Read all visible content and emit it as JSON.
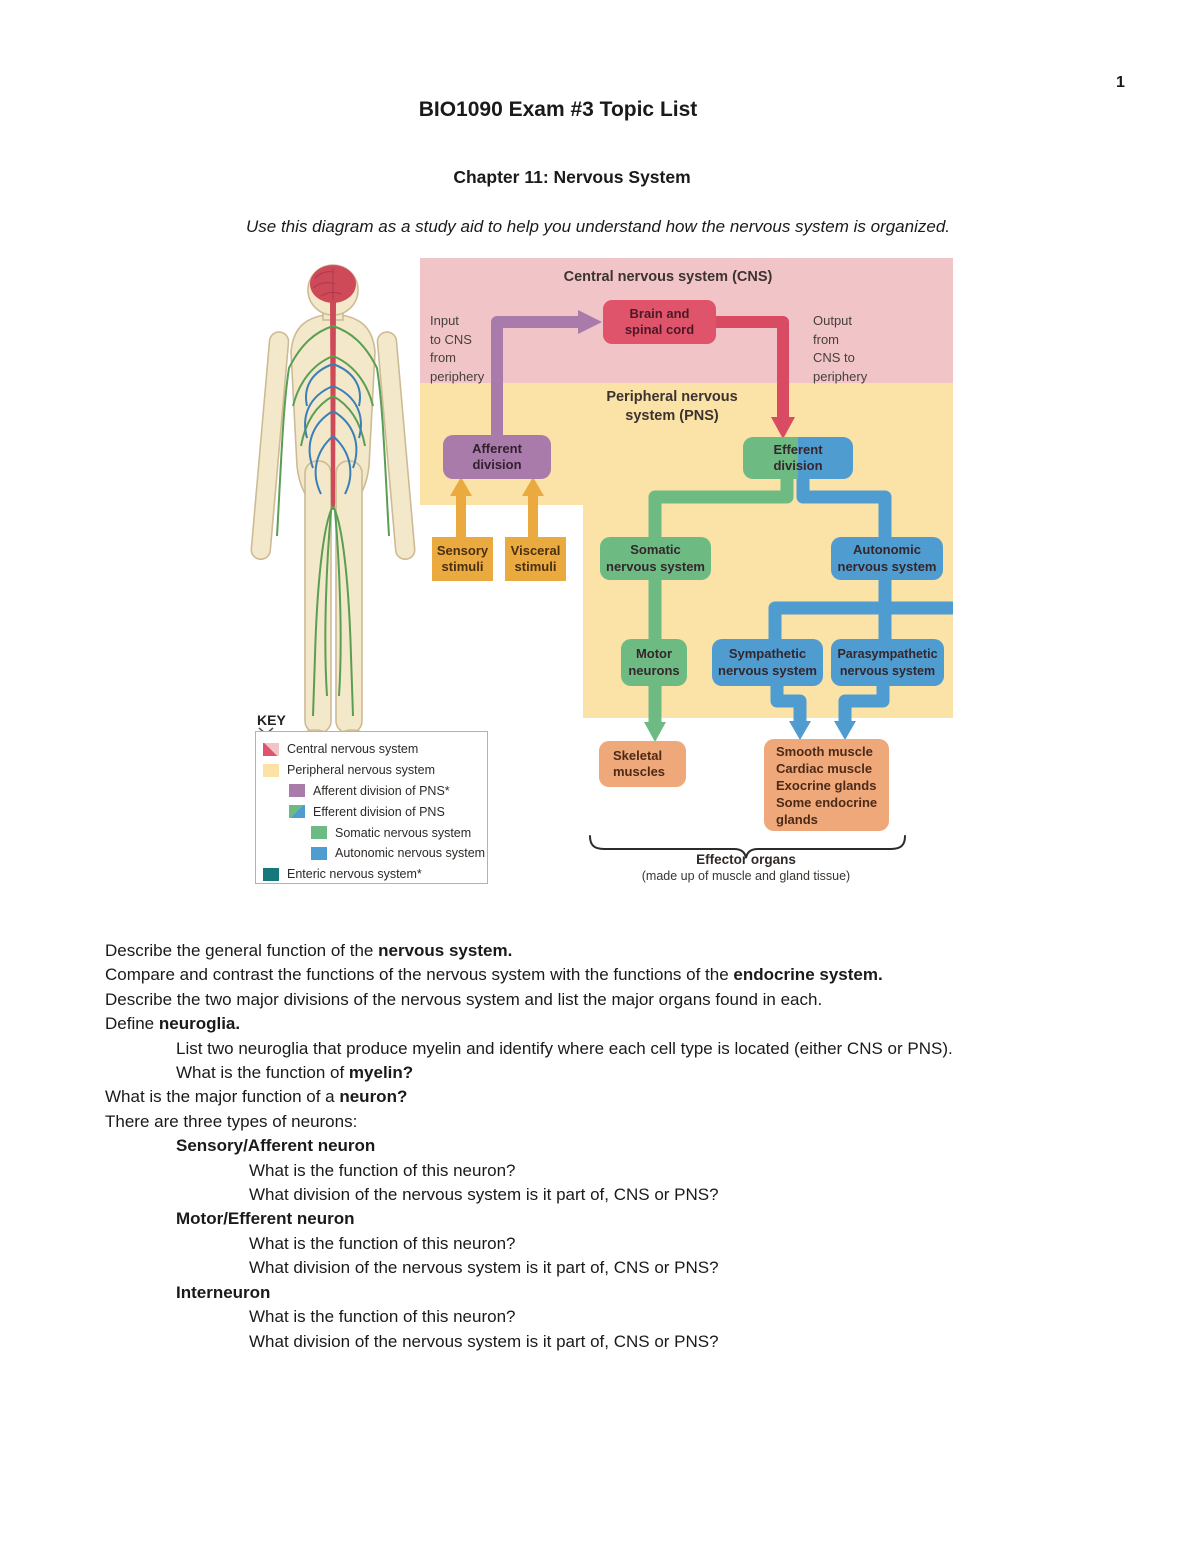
{
  "page": {
    "number": "1"
  },
  "header": {
    "title": "BIO1090 Exam #3 Topic List",
    "chapter": "Chapter 11: Nervous System",
    "intro": "Use this diagram as a study aid to help you understand how the nervous system is organized."
  },
  "colors": {
    "cns_region": "#f1c5c8",
    "cns_box": "#e0546b",
    "output_arrow": "#d94b63",
    "pns_region": "#fbe2a7",
    "stimuli": "#eaaa3f",
    "afferent": "#a87bab",
    "somatic": "#6eba83",
    "autonomic": "#4f9cd1",
    "effector": "#efa87a",
    "enteric": "#15787d"
  },
  "diagram": {
    "cns_region_label": "Central nervous system (CNS)",
    "pns_region_label": "Peripheral nervous\nsystem (PNS)",
    "input_label": "Input\nto CNS\nfrom\nperiphery",
    "output_label": "Output\nfrom\nCNS to\nperiphery",
    "boxes": {
      "brain": "Brain and\nspinal cord",
      "afferent": "Afferent\ndivision",
      "efferent": "Efferent\ndivision",
      "sensory": "Sensory\nstimuli",
      "visceral": "Visceral\nstimuli",
      "somatic": "Somatic\nnervous system",
      "autonomic": "Autonomic\nnervous system",
      "motor": "Motor\nneurons",
      "sympathetic": "Sympathetic\nnervous system",
      "parasympathetic": "Parasympathetic\nnervous system",
      "skeletal": "Skeletal\nmuscles",
      "gland_effectors": "Smooth muscle\nCardiac muscle\nExocrine glands\nSome endocrine\n glands"
    },
    "effector_caption_title": "Effector organs",
    "effector_caption_sub": "(made up of muscle and gland tissue)"
  },
  "key": {
    "title": "KEY",
    "items": [
      {
        "label": "Central nervous system",
        "swatch": "cns",
        "indent": 0
      },
      {
        "label": "Peripheral nervous system",
        "swatch": "pns",
        "indent": 0
      },
      {
        "label": "Afferent division of PNS*",
        "swatch": "afferent",
        "indent": 1
      },
      {
        "label": "Efferent division of PNS",
        "swatch": "efferent",
        "indent": 1
      },
      {
        "label": "Somatic nervous system",
        "swatch": "somatic",
        "indent": 2
      },
      {
        "label": "Autonomic nervous system",
        "swatch": "autonomic",
        "indent": 2
      },
      {
        "label": "Enteric nervous system*",
        "swatch": "enteric",
        "indent": 0
      }
    ]
  },
  "questions": {
    "lines": [
      {
        "indent": 0,
        "segments": [
          {
            "text": "Describe the general function of the ",
            "bold": false
          },
          {
            "text": "nervous system.",
            "bold": true
          }
        ]
      },
      {
        "indent": 0,
        "segments": [
          {
            "text": "Compare and contrast the functions of the nervous system with the functions of the ",
            "bold": false
          },
          {
            "text": "endocrine system.",
            "bold": true
          }
        ]
      },
      {
        "indent": 0,
        "segments": [
          {
            "text": "Describe the two major divisions of the nervous system and list the major organs found in each.",
            "bold": false
          }
        ]
      },
      {
        "indent": 0,
        "segments": [
          {
            "text": "Define ",
            "bold": false
          },
          {
            "text": "neuroglia.",
            "bold": true
          }
        ]
      },
      {
        "indent": 1,
        "segments": [
          {
            "text": "List two neuroglia that produce myelin and identify where each cell type is located (either CNS or PNS).",
            "bold": false
          }
        ]
      },
      {
        "indent": 1,
        "segments": [
          {
            "text": "What is the function of ",
            "bold": false
          },
          {
            "text": "myelin?",
            "bold": true
          }
        ]
      },
      {
        "indent": 0,
        "segments": [
          {
            "text": "What is the major function of a ",
            "bold": false
          },
          {
            "text": "neuron?",
            "bold": true
          }
        ]
      },
      {
        "indent": 0,
        "segments": [
          {
            "text": "There are three types of neurons:",
            "bold": false
          }
        ]
      },
      {
        "indent": 1,
        "segments": [
          {
            "text": "Sensory/Afferent neuron",
            "bold": true
          }
        ]
      },
      {
        "indent": 2,
        "segments": [
          {
            "text": "What is the function of this neuron?",
            "bold": false
          }
        ]
      },
      {
        "indent": 2,
        "segments": [
          {
            "text": "What division of the nervous system is it part of, CNS or PNS?",
            "bold": false
          }
        ]
      },
      {
        "indent": 1,
        "segments": [
          {
            "text": "Motor/Efferent neuron",
            "bold": true
          }
        ]
      },
      {
        "indent": 2,
        "segments": [
          {
            "text": "What is the function of this neuron?",
            "bold": false
          }
        ]
      },
      {
        "indent": 2,
        "segments": [
          {
            "text": "What division of the nervous system is it part of, CNS or PNS?",
            "bold": false
          }
        ]
      },
      {
        "indent": 1,
        "segments": [
          {
            "text": "Interneuron",
            "bold": true
          }
        ]
      },
      {
        "indent": 2,
        "segments": [
          {
            "text": "What is the function of this neuron?",
            "bold": false
          }
        ]
      },
      {
        "indent": 2,
        "segments": [
          {
            "text": "What division of the nervous system is it part of, CNS or PNS?",
            "bold": false
          }
        ]
      }
    ]
  }
}
